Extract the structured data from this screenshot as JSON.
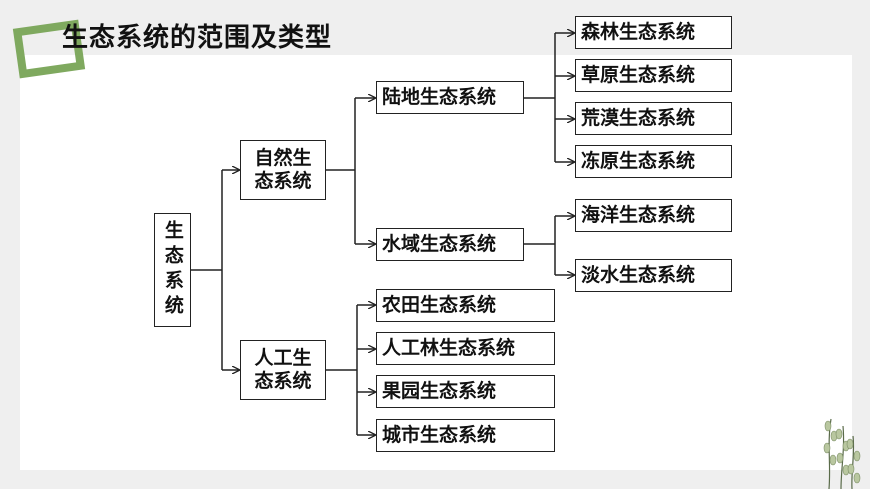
{
  "title": "生态系统的范围及类型",
  "root": "生态系统",
  "natural": {
    "label_line1": "自然生",
    "label_line2": "态系统",
    "terrestrial": {
      "label": "陆地生态系统",
      "items": [
        "森林生态系统",
        "草原生态系统",
        "荒漠生态系统",
        "冻原生态系统"
      ]
    },
    "aquatic": {
      "label": "水域生态系统",
      "items": [
        "海洋生态系统",
        "淡水生态系统"
      ]
    }
  },
  "artificial": {
    "label_line1": "人工生",
    "label_line2": "态系统",
    "items": [
      "农田生态系统",
      "人工林生态系统",
      "果园生态系统",
      "城市生态系统"
    ]
  },
  "colors": {
    "frame": "#7fa95f",
    "line": "#222222",
    "bg": "#efefef"
  }
}
